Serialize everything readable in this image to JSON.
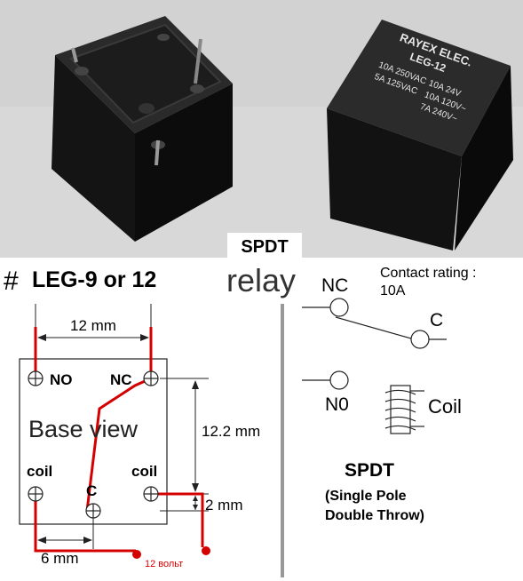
{
  "photo": {
    "caption": "SPDT",
    "relay_markings": [
      "RAYEX ELEC.",
      "LEG-12",
      "10A 250VAC",
      "5A 125VAC",
      "10A 24V",
      "10A 120V~",
      "7A 240V~"
    ],
    "colors": {
      "body": "#111111",
      "background": "#d9d9d9"
    }
  },
  "title": {
    "hash": "#",
    "model": "LEG-9 or 12",
    "word": "relay"
  },
  "contact_rating": {
    "label": "Contact rating :",
    "value": "10A"
  },
  "base_view": {
    "label": "Base view",
    "pins": {
      "no": "NO",
      "nc": "NC",
      "c": "C",
      "coil_left": "coil",
      "coil_right": "coil"
    },
    "dimensions": {
      "width": "12 mm",
      "height": "12.2 mm",
      "offset": "2 mm",
      "pitch": "6 mm"
    },
    "annotation": "12 вольт",
    "colors": {
      "wire": "#d40000",
      "annotation": "#d40000",
      "line": "#222222"
    }
  },
  "schematic": {
    "nc": "NC",
    "c": "C",
    "no": "N0",
    "coil": "Coil",
    "type": "SPDT",
    "description_line1": "(Single Pole",
    "description_line2": "Double Throw)"
  }
}
